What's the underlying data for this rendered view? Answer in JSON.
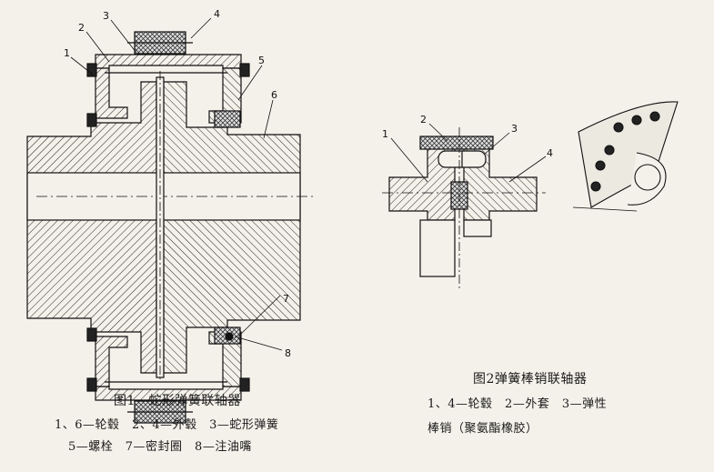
{
  "figure1": {
    "callouts": [
      "1",
      "2",
      "3",
      "4",
      "5",
      "6",
      "7",
      "8"
    ],
    "caption": {
      "title": "图1　蛇形弹簧联轴器",
      "line1": "1、6—轮毂　2、4—外毂　3—蛇形弹簧",
      "line2": "5—螺栓　7—密封圈　8—注油嘴"
    }
  },
  "figure2": {
    "callouts": [
      "1",
      "2",
      "3",
      "4"
    ],
    "caption": {
      "title": "图2弹簧棒销联轴器",
      "line1": "1、4—轮毂　2—外套　3—弹性",
      "line2": "棒销（聚氨酯橡胶）"
    }
  }
}
